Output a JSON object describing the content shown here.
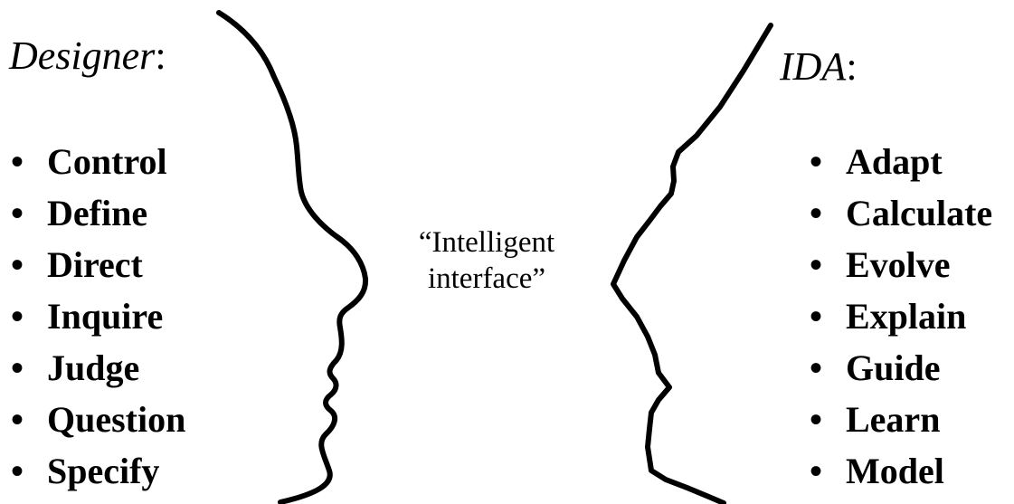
{
  "designer": {
    "heading": "Designer",
    "colon": ":",
    "bullet": "•",
    "items": [
      "Control",
      "Define",
      "Direct",
      "Inquire",
      "Judge",
      "Question",
      "Specify"
    ]
  },
  "ida": {
    "heading": "IDA",
    "colon": ":",
    "bullet": "•",
    "items": [
      "Adapt",
      "Calculate",
      "Evolve",
      "Explain",
      "Guide",
      "Learn",
      "Model"
    ]
  },
  "center": {
    "line1": "“Intelligent",
    "line2": "interface”"
  },
  "colors": {
    "text": "#000000",
    "background": "#ffffff",
    "profile_stroke": "#000000"
  }
}
